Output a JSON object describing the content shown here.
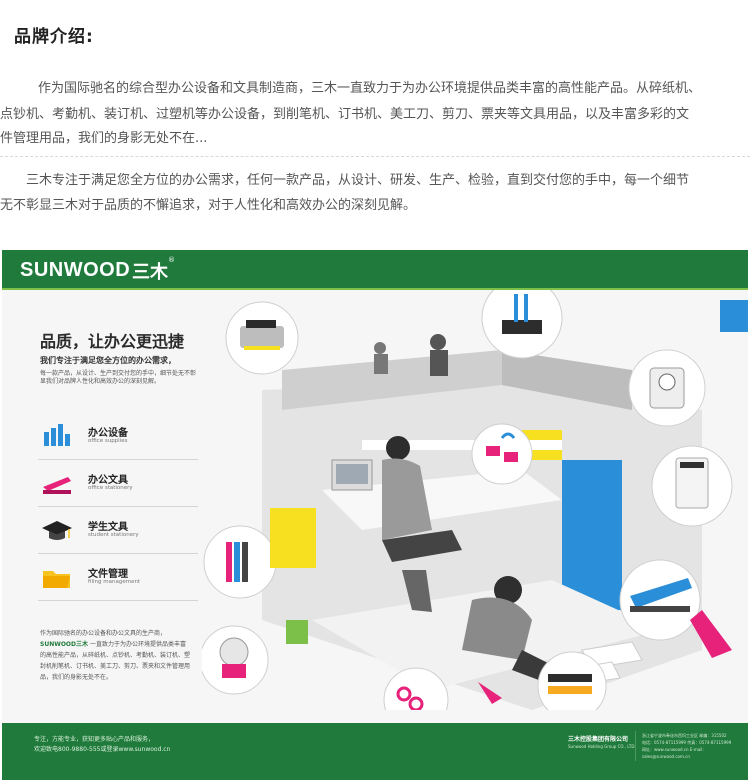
{
  "intro": {
    "title": "品牌介绍:",
    "p1_line1": "作为国际驰名的综合型办公设备和文具制造商，三木一直致力于为办公环境提供品类丰富的高性能产品。从碎纸机、",
    "p1_line2": "点钞机、考勤机、装订机、过塑机等办公设备，到削笔机、订书机、美工刀、剪刀、票夹等文具用品，以及丰富多彩的文",
    "p1_line3": "件管理用品，我们的身影无处不在...",
    "p2_line1": "三木专注于满足您全方位的办公需求，任何一款产品，从设计、研发、生产、检验，直到交付您的手中，每一个细节",
    "p2_line2": "无不彰显三木对于品质的不懈追求，对于人性化和高效办公的深刻见解。"
  },
  "poster": {
    "brand_en": "SUNWOOD",
    "brand_cn": "三木",
    "brand_mark": "®",
    "slogan": "品质，让办公更迅捷",
    "sub_heading": "我们专注于满足您全方位的办公需求，",
    "sub_body": "每一款产品，从设计、生产到交付您的手中，细节处无不彰显我们对品牌人性化和高效办公的深刻见解。",
    "categories": [
      {
        "label": "办公设备",
        "sub": "office supplies",
        "icon": "office-equipment-icon"
      },
      {
        "label": "办公文具",
        "sub": "office stationery",
        "icon": "stapler-icon"
      },
      {
        "label": "学生文具",
        "sub": "student stationery",
        "icon": "graduation-cap-icon"
      },
      {
        "label": "文件管理",
        "sub": "filing management",
        "icon": "folder-icon"
      }
    ],
    "blurb_lead": "作为国际驰名的办公设备和办公文具的生产商，",
    "blurb_brand": "SUNWOOD三木",
    "blurb_rest": "一直致力于为办公环境提供品类丰富的高性能产品，从碎纸机、点钞机、考勤机、装订机、塑封机削笔机、订书机、美工刀、剪刀、票夹和文件管理用品，我们的身影无处不在。",
    "footer_left_1": "专注，方能专业，获知更多贴心产品和服务，",
    "footer_left_2": "欢迎致电800-9880-555或登录www.sunwood.cn",
    "company_cn": "三木控股集团有限公司",
    "company_en": "Sunwood Holding Group CO., LTD.",
    "contact_1": "浙江省宁波市奉化市西坞工业区 邮编：315502",
    "contact_2": "电话：0574-87115999  传真：0574-87115999",
    "contact_3": "网址：www.sunwood.cn  E-mail: sales@sunwood.com.cn"
  },
  "colors": {
    "brand_green": "#1f7a3c",
    "accent_light_green": "#7cbf49",
    "highlight_pink": "#e6227a",
    "highlight_yellow": "#f7e020",
    "highlight_blue": "#2a8fd8"
  }
}
